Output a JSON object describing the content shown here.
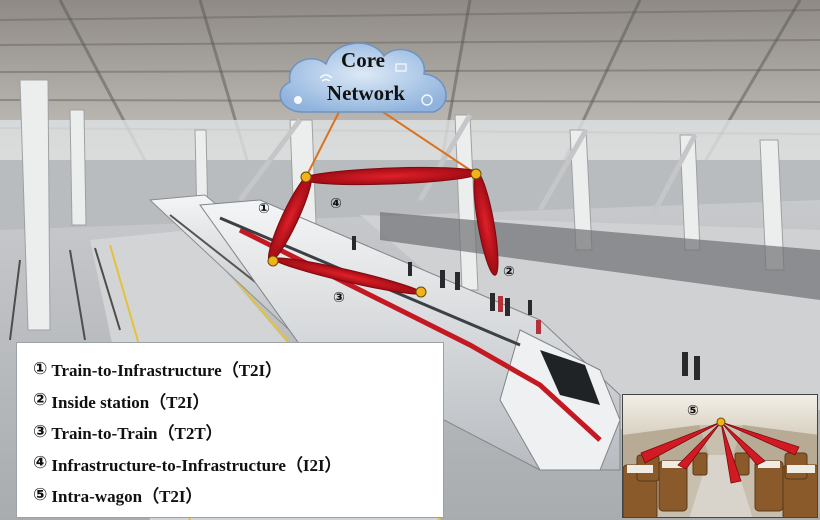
{
  "core_network": {
    "line1": "Core",
    "line2": "Network"
  },
  "markers": {
    "m1": "①",
    "m2": "②",
    "m3": "③",
    "m4": "④",
    "m5": "⑤"
  },
  "legend": {
    "items": [
      {
        "num": "①",
        "label": "Train-to-Infrastructure（T2I）"
      },
      {
        "num": "②",
        "label": "Inside station（T2I）"
      },
      {
        "num": "③",
        "label": "Train-to-Train（T2T）"
      },
      {
        "num": "④",
        "label": "Infrastructure-to-Infrastructure（I2I）"
      },
      {
        "num": "⑤",
        "label": "Intra-wagon（T2I）"
      }
    ]
  },
  "colors": {
    "beam": "#c0141c",
    "node": "#f2b21b",
    "link": "#d9731f",
    "cloud": "#a9c6e6"
  },
  "icons": [
    "cloud-icon",
    "wifi-icon",
    "location-icon",
    "globe-icon",
    "mail-icon"
  ]
}
